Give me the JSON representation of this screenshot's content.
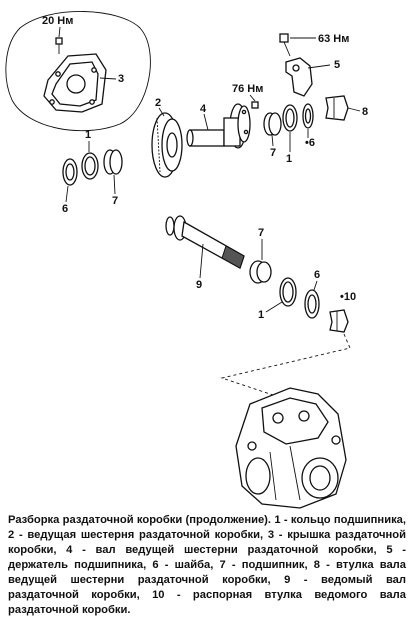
{
  "figure": {
    "torques": {
      "cover_bolt": "20 Нм",
      "holder_bolt": "63 Нм",
      "pinion_bolt": "76 Нм"
    },
    "labels": {
      "n1a": "1",
      "n1b": "1",
      "n1c": "1",
      "n2": "2",
      "n3": "3",
      "n4": "4",
      "n5": "5",
      "n6a": "6",
      "n6b": "•6",
      "n6c": "6",
      "n7a": "7",
      "n7b": "7",
      "n7c": "7",
      "n8": "8",
      "n9": "9",
      "n10": "•10"
    }
  },
  "caption": {
    "title": "Разборка раздаточной коробки (продолжение).",
    "legend": "1 - кольцо подшипника, 2 - ведущая шестерня раздаточной коробки, 3 - крышка раздаточной коробки, 4 - вал ведущей шестерни раздаточной коробки, 5 - держатель подшипника, 6 - шайба, 7 - подшипник, 8 - втулка вала ведущей шестерни раздаточной коробки, 9 - ведомый вал раздаточной коробки, 10 - распорная втулка ведомого вала раздаточной коробки."
  }
}
